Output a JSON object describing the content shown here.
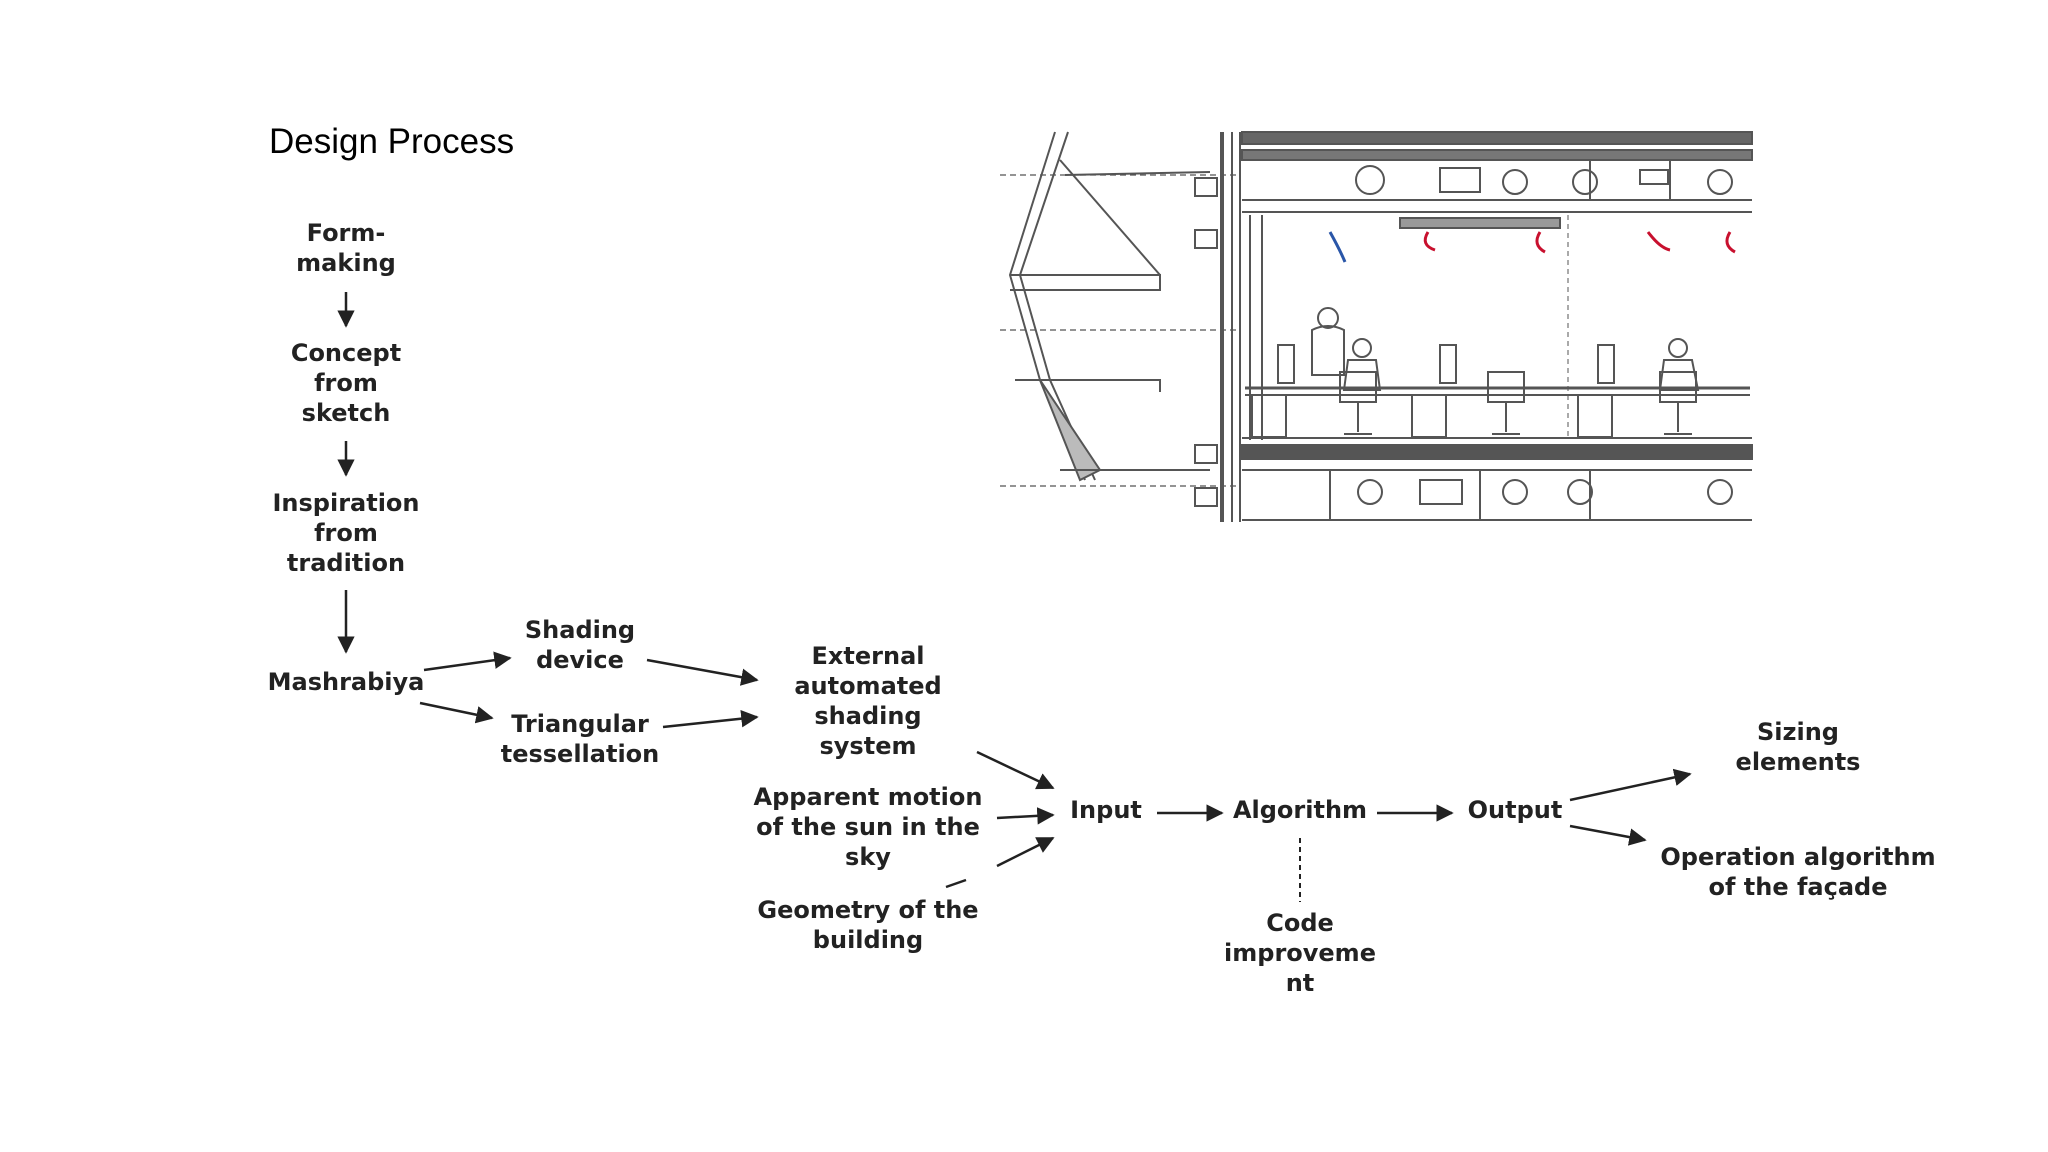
{
  "slide": {
    "title": "Design Process"
  },
  "nodes": {
    "form_making": "Form-\nmaking",
    "concept": "Concept\nfrom\nsketch",
    "inspiration": "Inspiration\nfrom\ntradition",
    "mashrabiya": "Mashrabiya",
    "shading_device": "Shading\ndevice",
    "triangular": "Triangular\ntessellation",
    "external": "External\nautomated\nshading\nsystem",
    "apparent_motion": "Apparent motion\nof the sun in the\nsky",
    "geometry": "Geometry of the\nbuilding",
    "input": "Input",
    "algorithm": "Algorithm",
    "output": "Output",
    "code": "Code\nimproveme\nnt",
    "sizing": "Sizing\nelements",
    "operation": "Operation algorithm\nof the façade"
  },
  "colors": {
    "ink": "#222222",
    "drawing": "#555555",
    "accent_red": "#c8102e",
    "accent_blue": "#2a56a8"
  }
}
